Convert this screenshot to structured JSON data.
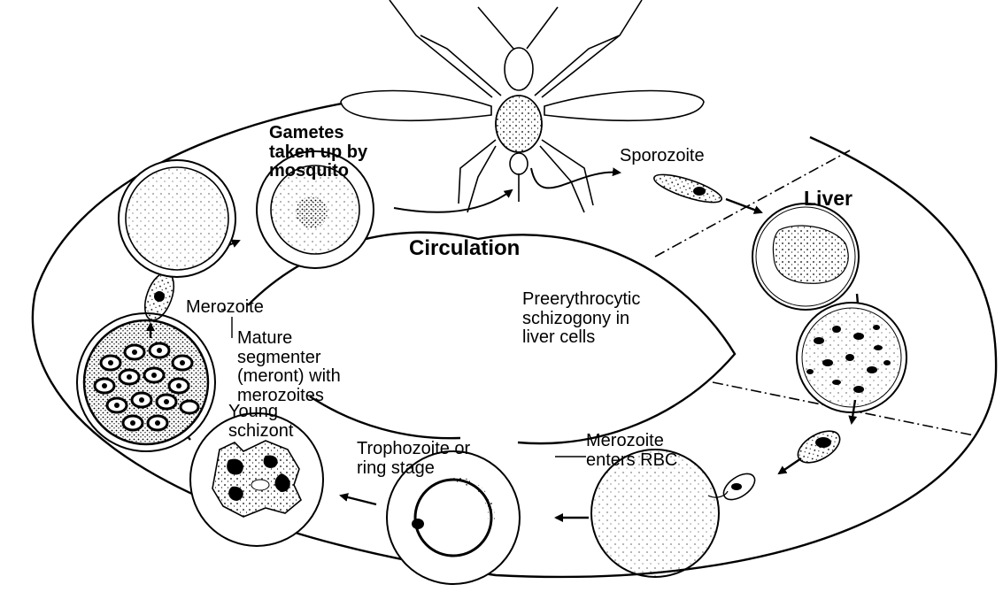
{
  "diagram": {
    "labels": {
      "gametes": "Gametes\ntaken up by\nmosquito",
      "sporozoite": "Sporozoite",
      "liver": "Liver",
      "circulation": "Circulation",
      "preerythrocytic": "Preerythrocytic\nschizogony in\nliver cells",
      "merozoite_left": "Merozoite",
      "mature_segmenter": "Mature\nsegmenter\n(meront) with\nmerozoites",
      "young_schizont": "Young\nschizont",
      "trophozoite": "Trophozoite or\nring stage",
      "merozoite_enters": "Merozoite\nenters RBC"
    },
    "colors": {
      "ink": "#000000",
      "background": "#ffffff"
    },
    "icons": [
      "mosquito-icon",
      "red-blood-cell-icon",
      "liver-cell-icon",
      "arrow-icon"
    ]
  }
}
